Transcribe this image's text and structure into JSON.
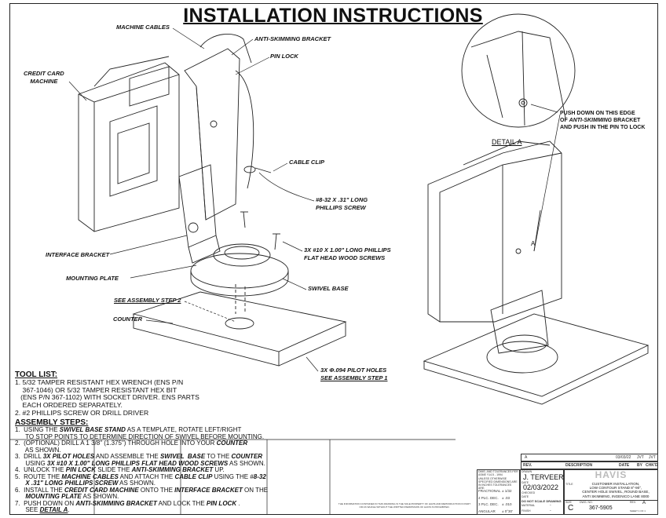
{
  "title": "INSTALLATION INSTRUCTIONS",
  "callouts": {
    "machine_cables": "MACHINE CABLES",
    "anti_skimming_bracket": "ANTI-SKIMMING BRACKET",
    "pin_lock": "PIN LOCK",
    "credit_card_machine_1": "CREDIT CARD",
    "credit_card_machine_2": "MACHINE",
    "cable_clip": "CABLE CLIP",
    "screw_832_1": "#8-32 X .31\" LONG",
    "screw_832_2": "PHILLIPS SCREW",
    "wood_screws_1": "3X #10 X 1.00\" LONG PHILLIPS",
    "wood_screws_2": "FLAT HEAD WOOD SCREWS",
    "interface_bracket": "INTERFACE BRACKET",
    "mounting_plate": "MOUNTING PLATE",
    "swivel_base": "SWIVEL BASE",
    "see_step_2": "SEE ASSEMBLY STEP 2",
    "counter": "COUNTER",
    "pilot_holes_1": "3X Φ.094 PILOT HOLES",
    "pilot_holes_2": "SEE ASSEMBLY STEP 1",
    "detail_a": "DETAIL A",
    "detail_marker": "A",
    "push_down_1": "PUSH DOWN ON THIS EDGE",
    "push_down_2a": "OF ",
    "push_down_2b": "ANTI-SKIMMING",
    "push_down_2c": " BRACKET",
    "push_down_3": "AND PUSH IN THE PIN TO LOCK"
  },
  "tool_list": {
    "heading": "TOOL LIST:",
    "lines": [
      "1. 5/32 TAMPER RESISTANT HEX WRENCH (ENS P/N",
      "    367-1046) OR 5/32 TAMPER RESISTANT HEX BIT",
      "   (ENS P/N 367-1102) WITH SOCKET DRIVER. ENS PARTS",
      "    EACH ORDERED SEPARATELY.",
      "2. #2 PHILLIPS SCREW OR DRILL DRIVER"
    ]
  },
  "assembly_steps": {
    "heading": "ASSEMBLY STEPS:",
    "lines": [
      [
        {
          "t": "1.  USING THE "
        },
        {
          "t": "SWIVEL BASE STAND",
          "b": true
        },
        {
          "t": " AS A TEMPLATE, ROTATE LEFT/RIGHT"
        }
      ],
      [
        {
          "t": "      TO STOP POINTS TO DETERMINE DIRECTION OF SWIVEL BEFORE MOUNTING."
        }
      ],
      [
        {
          "t": "2.  (OPTIONAL) DRILL A 1 3/8\" (1.375\") THROUGH HOLE INTO YOUR "
        },
        {
          "t": "COUNTER",
          "b": true
        }
      ],
      [
        {
          "t": "      AS SHOWN."
        }
      ],
      [
        {
          "t": "3.  DRILL "
        },
        {
          "t": "3X PILOT HOLES",
          "b": true
        },
        {
          "t": " AND ASSEMBLE THE "
        },
        {
          "t": "SWIVEL  BASE",
          "b": true
        },
        {
          "t": " TO THE "
        },
        {
          "t": "COUNTER",
          "b": true
        }
      ],
      [
        {
          "t": "      USING "
        },
        {
          "t": "3X #10 X 1.00\" LONG PHILLIPS FLAT HEAD WOOD SCREWS",
          "b": true
        },
        {
          "t": " AS SHOWN."
        }
      ],
      [
        {
          "t": "4.  UNLOCK THE "
        },
        {
          "t": "PIN LOCK",
          "b": true
        },
        {
          "t": " SLIDE THE "
        },
        {
          "t": "ANTI-SKIMMING BRACKET",
          "b": true
        },
        {
          "t": " UP."
        }
      ],
      [
        {
          "t": "5.  ROUTE THE "
        },
        {
          "t": "MACHINE CABLES",
          "b": true
        },
        {
          "t": " AND ATTACH THE "
        },
        {
          "t": "CABLE CLIP",
          "b": true
        },
        {
          "t": " USING THE #"
        },
        {
          "t": "8-32",
          "b": true
        }
      ],
      [
        {
          "t": "      "
        },
        {
          "t": "X .31\" LONG PHILLIPS SCREW",
          "b": true
        },
        {
          "t": " AS SHOWN."
        }
      ],
      [
        {
          "t": "6.  INSTALL THE "
        },
        {
          "t": "CREDIT CARD MACHINE",
          "b": true
        },
        {
          "t": " ONTO THE "
        },
        {
          "t": "INTERFACE BRACKET",
          "b": true
        },
        {
          "t": " ON THE"
        }
      ],
      [
        {
          "t": "      "
        },
        {
          "t": "MOUNTING PLATE",
          "b": true
        },
        {
          "t": " AS SHOWN."
        }
      ],
      [
        {
          "t": "7.  PUSH DOWN ON "
        },
        {
          "t": "ANTI-SKIMMING BRACKET",
          "b": true
        },
        {
          "t": " AND LOCK THE "
        },
        {
          "t": "PIN LOCK",
          "b": true
        },
        {
          "t": " ."
        }
      ],
      [
        {
          "t": "      SEE "
        },
        {
          "t": "DETAIL A",
          "b": true,
          "u": true
        },
        {
          "t": "."
        }
      ]
    ]
  },
  "title_block": {
    "rev_row": {
      "rev": "A",
      "date": "03/03/22",
      "by": "JVT",
      "chkd": "JVT"
    },
    "headers": {
      "rev": "REV.",
      "description": "DESCRIPTION",
      "date": "DATE",
      "by": "BY",
      "chkd": "CHK'D"
    },
    "tolerance_note": "DIMS. AND TOLERANCES PER ASME Y14.5 - 1994",
    "tolerance_note2": "UNLESS OTHERWISE SPECIFIED DIMENSIONS ARE IN INCHES TOLERANCES ARE:",
    "tolerances": [
      {
        "label": "FRACTIONAL",
        "value": "± 1/32"
      },
      {
        "label": "2 PLC. DEC.",
        "value": "± .03"
      },
      {
        "label": "3 PLC. DEC.",
        "value": "± .010"
      },
      {
        "label": "ANGULAR",
        "value": "± 0°30'"
      }
    ],
    "drawn_label": "DRAWN",
    "drawn_by": "J. TERVEER",
    "date_label": "DATE",
    "date": "02/03/2022",
    "checked_label": "CHECKED",
    "date2_label": "DATE",
    "no_scale": "DO NOT SCALE DRAWING",
    "material_label": "MATERIAL",
    "material": "-",
    "finish_label": "FINISH",
    "finish": "-",
    "company": "HAVIS",
    "title_label": "TITLE",
    "drawing_title": [
      "CUSTOMER INSTALLATION,",
      "LOW CONTOUR STAND 8°-90°,",
      "CENTER HOLE SWIVEL, ROUND BASE,",
      "ANTI SKIMMING, INGENICO LANE 8000"
    ],
    "size_label": "SIZE",
    "size": "C",
    "dwg_no_label": "DWG. NO.",
    "dwg_no": "367-5905",
    "rev_label": "REV.",
    "rev": "A",
    "sheet": "SHEET 1 OF 1",
    "proprietary": "THE INFORMATION CONTAINED IN THIS DRAWING IS THE SOLE PROPERTY OF HAVIS AND REPRODUCTION IN PART OR AS WHOLE WITHOUT THE WRITTEN PERMISSION OF HAVIS IS PROHIBITED."
  }
}
